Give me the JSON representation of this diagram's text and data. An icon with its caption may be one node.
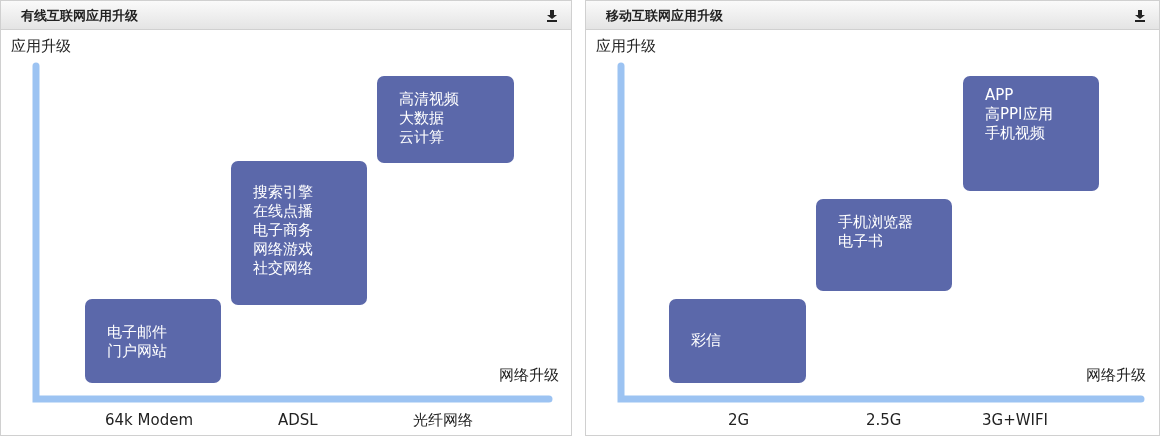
{
  "diagram": {
    "nodes": [
      {
        "text": [
          "有线互联网应用升级"
        ]
      },
      {
        "text": [
          "电子邮件",
          "门户网站"
        ],
        "in": 0
      },
      {
        "text": [
          "搜索引擎",
          "在线点播",
          "电子商务",
          "网络游戏",
          "社交网络"
        ],
        "in": 0
      },
      {
        "text": [
          "高清视频",
          "大数据",
          "云计算"
        ],
        "in": 0
      },
      {
        "text": [
          "移动互联网应用升级"
        ]
      },
      {
        "text": [
          "彩信"
        ],
        "in": 4
      },
      {
        "text": [
          "手机浏览器",
          "电子书"
        ],
        "in": 4
      },
      {
        "text": [
          "APP",
          "高PPI应用",
          "手机视频"
        ],
        "in": 4
      }
    ],
    "labels": [
      "应用升级",
      "网络升级",
      "64k Modem",
      "ADSL",
      "光纤网络",
      "应用升级",
      "网络升级",
      "2G",
      "2.5G",
      "3G+WIFI"
    ]
  }
}
